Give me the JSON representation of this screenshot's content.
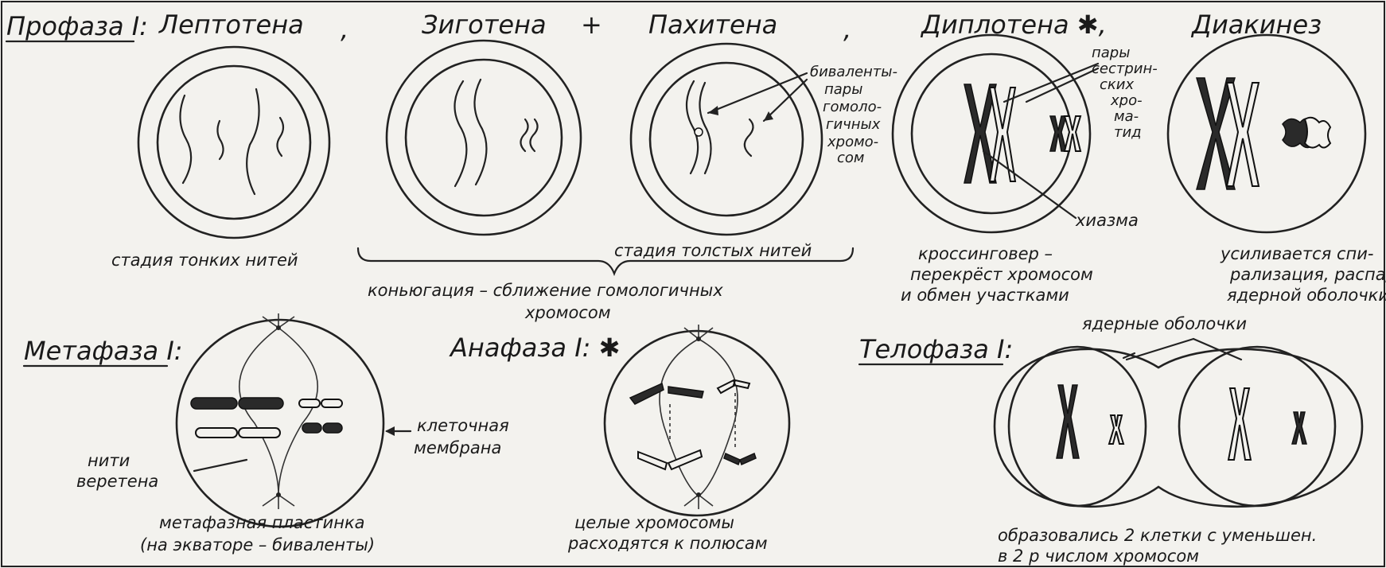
{
  "prophase": {
    "title": "Профаза I:",
    "stages": {
      "leptotene": "Лептотена",
      "comma1": ",",
      "zygotene": "Зиготена",
      "plus": "+",
      "pachytene": "Пахитена",
      "comma2": ",",
      "diplotene": "Диплотена ✱,",
      "diakinesis": "Диакинез"
    },
    "captions": {
      "thin_threads": "стадия тонких нитей",
      "thick_threads": "стадия толстых нитей",
      "conjugation_1": "коньюгация – сближение гомологичных",
      "conjugation_2": "хромосом",
      "crossing_1": "кроссинговер –",
      "crossing_2": "перекрёст хромосом",
      "crossing_3": "и обмен участками",
      "spiral_1": "усиливается спи-",
      "spiral_2": "рализация, распад",
      "spiral_3": "ядерной оболочки"
    },
    "annotations": {
      "bivalents": [
        "биваленты-",
        "пары",
        "гомоло-",
        "гичных",
        "хромо-",
        "сом"
      ],
      "sister": [
        "пары",
        "сестрин-",
        "ских",
        "хро-",
        "ма-",
        "тид"
      ],
      "chiasma": "хиазма"
    }
  },
  "metaphase": {
    "title": "Метафаза I:",
    "membrane_1": "клеточная",
    "membrane_2": "мембрана",
    "spindle_1": "нити",
    "spindle_2": "веретена",
    "caption_1": "метафазная пластинка",
    "caption_2": "(на экваторе – биваленты)"
  },
  "anaphase": {
    "title": "Анафаза I: ✱",
    "caption_1": "целые хромосомы",
    "caption_2": "расходятся к полюсам"
  },
  "telophase": {
    "title": "Телофаза I:",
    "envelopes": "ядерные оболочки",
    "caption_1": "образовались  2 клетки с уменьшен.",
    "caption_2": "в 2 р числом  хромосом"
  }
}
